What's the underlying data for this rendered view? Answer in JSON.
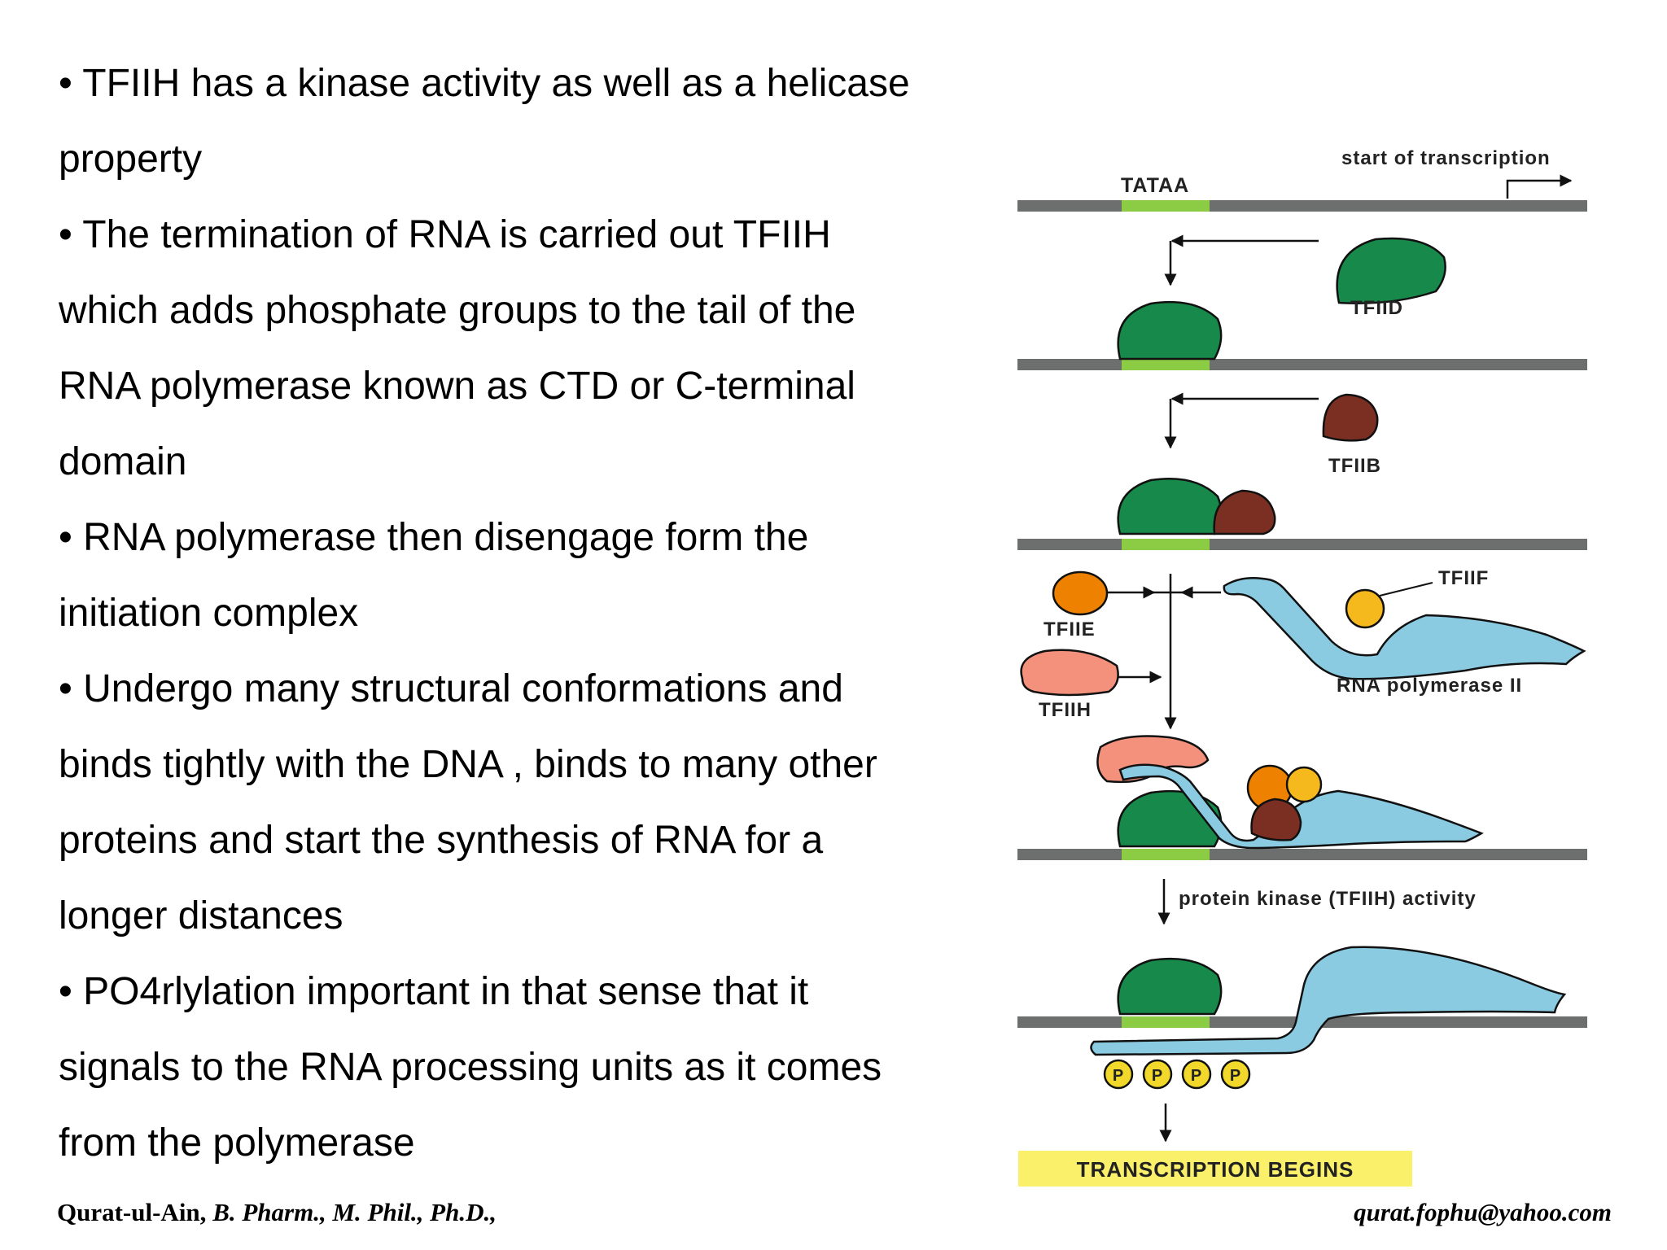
{
  "colors": {
    "dna": "#6d6f6e",
    "tata_box": "#8ccc45",
    "tfiid": "#17894a",
    "tfiib": "#7a2f22",
    "tfiie": "#ee8200",
    "tfiif": "#f5b91e",
    "tfiih": "#f3917c",
    "rna_polymerase": "#8bcbe2",
    "phosphate": "#f2d82a",
    "banner": "#faf06a"
  },
  "bullets": [
    "• TFIIH has a kinase activity as well as a helicase",
    "property",
    "• The termination of RNA is carried out TFIIH",
    "which adds phosphate groups to the tail of the",
    "RNA polymerase known as CTD or C-terminal",
    "domain",
    "• RNA polymerase then disengage form the",
    "initiation complex",
    "• Undergo many structural conformations and",
    "binds tightly with the DNA , binds to many other",
    "proteins and start the synthesis of RNA for a",
    "longer distances",
    "• PO4rlylation important in that sense that it",
    "signals to the RNA processing units as it comes",
    "from the polymerase"
  ],
  "footer": {
    "author_name": "Qurat-ul-Ain,",
    "author_degrees": "B. Pharm., M. Phil., Ph.D.,",
    "email": "qurat.fophu@yahoo.com"
  },
  "diagram": {
    "start_label": "start of transcription",
    "tataa_label": "TATAA",
    "tfiid_label": "TFIID",
    "tfiib_label": "TFIIB",
    "tfiif_label": "TFIIF",
    "tfiie_label": "TFIIE",
    "tfiih_label": "TFIIH",
    "rnapol_label": "RNA polymerase II",
    "kinase_label": "protein kinase (TFIIH) activity",
    "phosphate_label": "P",
    "begins_label": "TRANSCRIPTION BEGINS"
  }
}
